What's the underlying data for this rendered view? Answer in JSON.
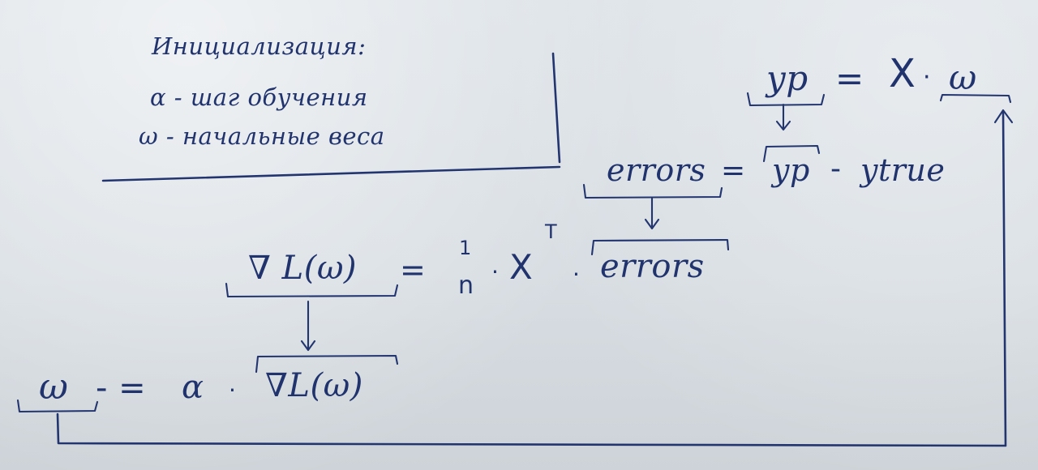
{
  "init_box": {
    "line1": "Инициализация:",
    "line2": "α - шаг обучения",
    "line3": "ω - начальные веса"
  },
  "formulas": {
    "yp_lhs": "yp",
    "yp_equals": "=",
    "yp_rhs_x": "X",
    "yp_dot": "·",
    "yp_rhs_w": "ω",
    "errors_lhs": "errors",
    "errors_equals": "=",
    "errors_rhs_yp": "yp",
    "errors_minus": "-",
    "errors_rhs_ytrue": "ytrue",
    "grad_lhs": "∇ L(ω)",
    "grad_equals": "=",
    "grad_one": "1",
    "grad_n": "n",
    "grad_dot1": "·",
    "grad_xt": "X",
    "grad_t": "T",
    "grad_dot2": "·",
    "grad_errors": "errors",
    "update_lhs": "ω",
    "update_op": "- =",
    "update_alpha": "α",
    "update_dot": "·",
    "update_grad": "∇L(ω)"
  }
}
